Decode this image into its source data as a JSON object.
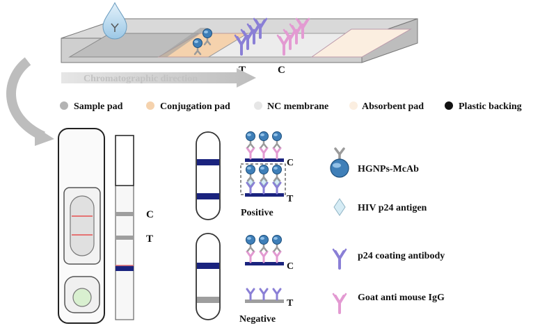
{
  "strip": {
    "label_t": "T",
    "label_c": "C",
    "direction_label": "Chromatographic direction"
  },
  "legend_top": [
    {
      "label": "Sample pad",
      "color": "#b3b3b3"
    },
    {
      "label": "Conjugation pad",
      "color": "#f5d2ad"
    },
    {
      "label": "NC membrane",
      "color": "#e6e6e6"
    },
    {
      "label": "Absorbent pad",
      "color": "#fbeee0"
    },
    {
      "label": "Plastic backing",
      "color": "#111111"
    }
  ],
  "test_strip": {
    "label_c": "C",
    "label_t": "T"
  },
  "results": {
    "positive_label": "Positive",
    "negative_label": "Negative",
    "label_c": "C",
    "label_t": "T"
  },
  "legend_right": [
    {
      "label": "HGNPs-McAb",
      "icon": "gold-nanoparticle-antibody-icon"
    },
    {
      "label": "HIV p24 antigen",
      "icon": "antigen-diamond-icon"
    },
    {
      "label": "p24 coating antibody",
      "icon": "coating-antibody-icon"
    },
    {
      "label": "Goat anti mouse IgG",
      "icon": "goat-igg-icon"
    }
  ],
  "colors": {
    "coating_antibody": "#8a7fd6",
    "goat_igg": "#e39ad2",
    "line_blue": "#1a237e",
    "line_gray": "#9e9e9e",
    "cassette_line": "#e57373"
  }
}
